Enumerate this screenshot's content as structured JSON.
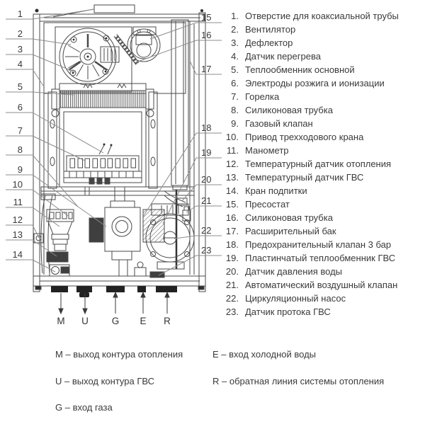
{
  "legend": {
    "items": [
      {
        "num": "1.",
        "text": "Отверстие для коаксиальной трубы"
      },
      {
        "num": "2.",
        "text": "Вентилятор"
      },
      {
        "num": "3.",
        "text": "Дефлектор"
      },
      {
        "num": "4.",
        "text": "Датчик перегрева"
      },
      {
        "num": "5.",
        "text": "Теплообменник основной"
      },
      {
        "num": "6.",
        "text": "Электроды розжига и ионизации"
      },
      {
        "num": "7.",
        "text": "Горелка"
      },
      {
        "num": "8.",
        "text": "Силиконовая трубка"
      },
      {
        "num": "9.",
        "text": "Газовый клапан"
      },
      {
        "num": "10.",
        "text": "Привод трехходового крана"
      },
      {
        "num": "11.",
        "text": "Манометр"
      },
      {
        "num": "12.",
        "text": "Температурный датчик отопления"
      },
      {
        "num": "13.",
        "text": "Температурный датчик ГВС"
      },
      {
        "num": "14.",
        "text": "Кран подпитки"
      },
      {
        "num": "15.",
        "text": "Пресостат"
      },
      {
        "num": "16.",
        "text": "Силиконовая трубка"
      },
      {
        "num": "17.",
        "text": "Расширительный бак"
      },
      {
        "num": "18.",
        "text": "Предохранительный клапан 3 бар"
      },
      {
        "num": "19.",
        "text": "Пластинчатый теплообменник ГВС"
      },
      {
        "num": "20.",
        "text": "Датчик давления воды"
      },
      {
        "num": "21.",
        "text": "Автоматический воздушный клапан"
      },
      {
        "num": "22.",
        "text": "Циркуляционный насос"
      },
      {
        "num": "23.",
        "text": "Датчик протока ГВС"
      }
    ]
  },
  "diagram": {
    "callouts_left": [
      "1",
      "2",
      "3",
      "4",
      "5",
      "6",
      "7",
      "8",
      "9",
      "10",
      "11",
      "12",
      "13",
      "14"
    ],
    "callouts_right": [
      "15",
      "16",
      "17",
      "18",
      "19",
      "20",
      "21",
      "22",
      "23"
    ],
    "port_labels": [
      "M",
      "U",
      "G",
      "E",
      "R"
    ]
  },
  "ports_legend": {
    "col1": [
      "M – выход контура отопления",
      "U – выход контура ГВС",
      "G – вход газа"
    ],
    "col2": [
      "E – вход холодной воды",
      "R – обратная линия системы отопления"
    ]
  },
  "colors": {
    "line": "#4a4a4a",
    "leader": "#8c8c8c",
    "text": "#3a3a3a",
    "dark_fill": "#2e2e2e"
  }
}
